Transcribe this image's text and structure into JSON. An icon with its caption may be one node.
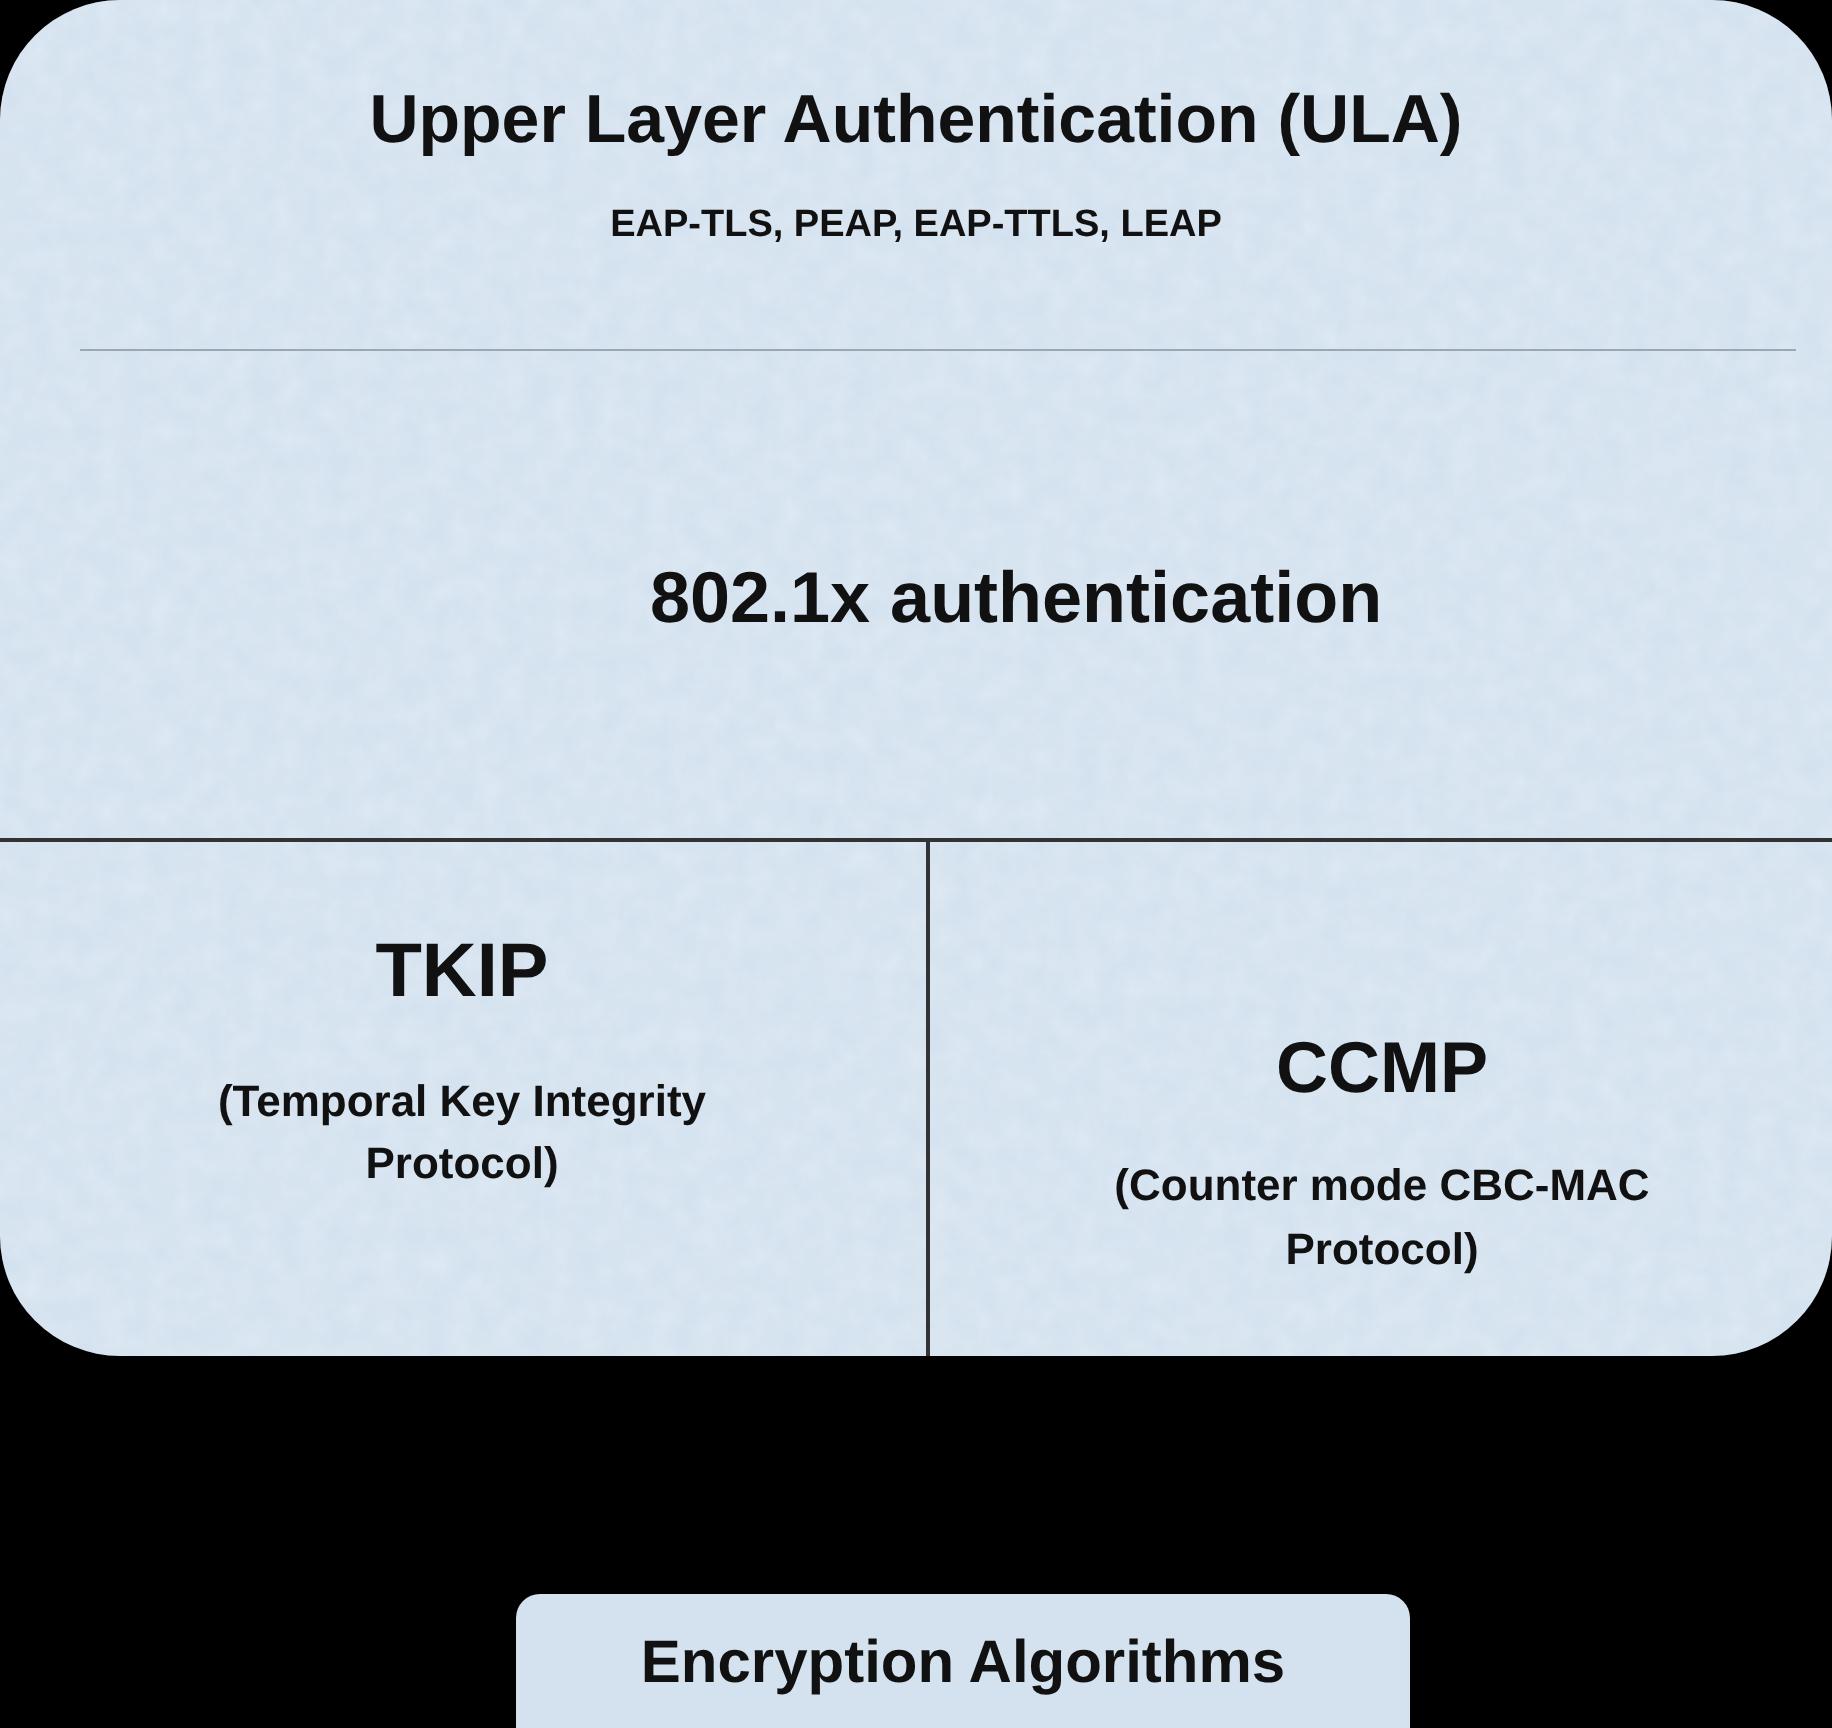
{
  "diagram": {
    "nodes": [
      {
        "text": [
          "Upper Layer Authentication (ULA)",
          "EAP-TLS, PEAP, EAP-TTLS, LEAP"
        ]
      },
      {
        "text": [
          "802.1x authentication"
        ]
      },
      {
        "text": [
          "TKIP",
          "(Temporal Key Integrity Protocol)"
        ]
      },
      {
        "text": [
          "CCMP",
          "(Counter mode CBC-MAC Protocol)"
        ]
      },
      {
        "text": [
          "Encryption Algorithms"
        ]
      }
    ],
    "edges": []
  }
}
